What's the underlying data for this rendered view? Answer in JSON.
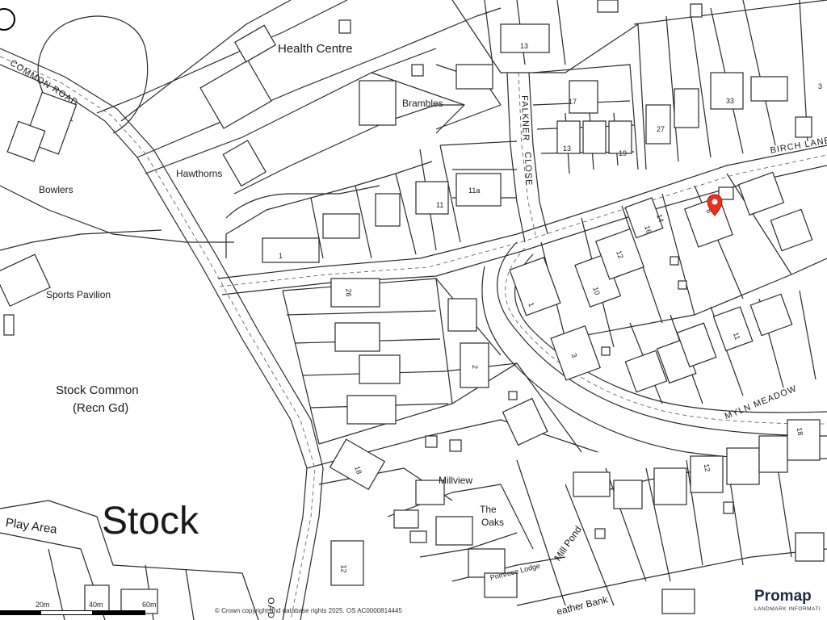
{
  "labels": {
    "health_centre": "Health Centre",
    "brambles": "Brambles",
    "hawthorns": "Hawthorns",
    "bowlers": "Bowlers",
    "sports_pavilion": "Sports Pavilion",
    "stock_common": "Stock Common",
    "recn_gd": "(Recn Gd)",
    "stock": "Stock",
    "play_area": "Play Area",
    "millview": "Millview",
    "the": "The",
    "oaks": "Oaks",
    "primrose_lodge": "Primrose Lodge",
    "mill_pond": "Mill Pond",
    "heather_bank": "eather Bank",
    "eleven_a": "11a"
  },
  "roads": {
    "common_road": "COMMON ROAD",
    "falkner_close_1": "FALKNER",
    "falkner_close_2": "CLOSE",
    "birch_lane": "BIRCH LANE",
    "myln_meadow": "MYLN MEADOW",
    "road_fragment": "OAD"
  },
  "house_numbers": {
    "n13_top": "13",
    "n17": "17",
    "n13_mid": "13",
    "n19": "19",
    "n27": "27",
    "n33": "33",
    "n11_left": "11",
    "n1": "1",
    "n26": "26",
    "n14": "14",
    "n16": "16",
    "n8": "8",
    "n12_mid": "12",
    "n10": "10",
    "n1_b": "1",
    "n3": "3",
    "n2": "2",
    "n11_right": "11",
    "n18_left": "18",
    "n12_bottom": "12",
    "n18_right": "18",
    "n12_right": "12",
    "n3_top": "3"
  },
  "scale": {
    "label_20": "20m",
    "label_40": "40m",
    "label_60": "60m"
  },
  "copyright": "© Crown copyright and database rights 2025. OS AC0000814445",
  "brand": {
    "name": "Promap",
    "tagline": "LANDMARK INFORMATI",
    "accent": "#e05a2a",
    "navy": "#1d2a44"
  },
  "marker": {
    "color": "#e8301a",
    "icon": "location-pin-icon"
  },
  "colors": {
    "line": "#2a2a2a",
    "background": "#ffffff"
  }
}
